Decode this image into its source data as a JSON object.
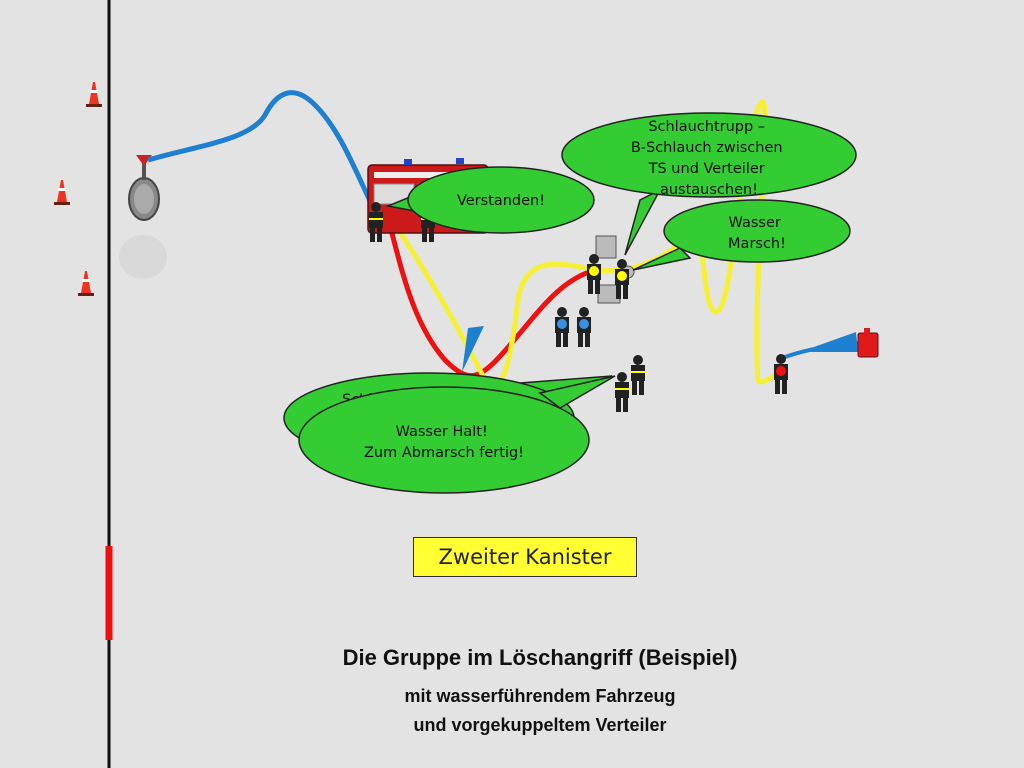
{
  "bubbles": {
    "schlauchtrupp": [
      "Schlauchtrupp –",
      "B-Schlauch zwischen",
      "TS und Verteiler",
      "austauschen!"
    ],
    "verstanden": [
      "Verstanden!"
    ],
    "wasser_marsch": [
      "Wasser",
      "Marsch!"
    ],
    "hidden_behind": [
      "Schl"
    ],
    "wasser_halt": [
      "Wasser Halt!",
      "Zum Abmarsch fertig!"
    ]
  },
  "label_box": "Zweiter Kanister",
  "caption": {
    "title": "Die Gruppe im Löschangriff (Beispiel)",
    "line1": "mit wasserführendem Fahrzeug",
    "line2": "und vorgekuppeltem Verteiler"
  },
  "colors": {
    "background": "#e3e3e3",
    "bubble_fill": "#33cc33",
    "hose_blue": "#1f7fd1",
    "hose_red": "#ee1111",
    "hose_yellow": "#f5f033",
    "label_fill": "#ffff33",
    "road_line": "#111111",
    "road_red_segment": "#ee1111"
  },
  "icons": [
    "traffic-cone-icon",
    "hydrant-icon",
    "fire-truck-icon",
    "firefighter-icon",
    "distributor-icon",
    "jerrycan-icon"
  ]
}
